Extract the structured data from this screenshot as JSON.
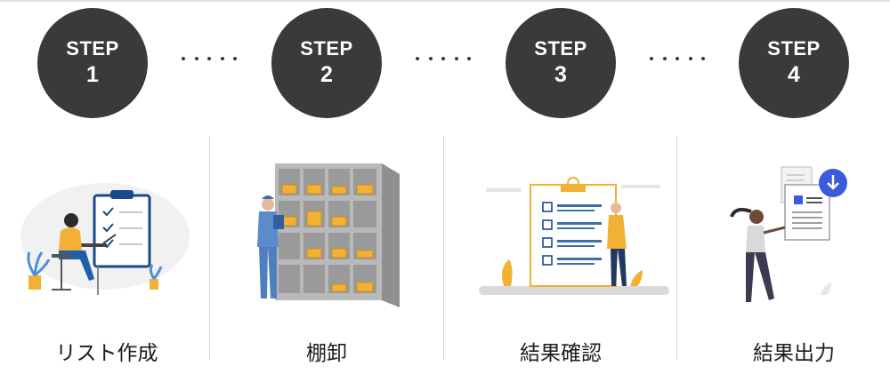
{
  "steps": [
    {
      "word": "STEP",
      "number": "1",
      "label": "リスト作成"
    },
    {
      "word": "STEP",
      "number": "2",
      "label": "棚卸"
    },
    {
      "word": "STEP",
      "number": "3",
      "label": "結果確認"
    },
    {
      "word": "STEP",
      "number": "4",
      "label": "結果出力"
    }
  ],
  "colors": {
    "circle": "#3a3a3a",
    "accent_blue": "#1a4a8a",
    "accent_yellow": "#f2b134",
    "shelf_gray": "#9e9e9e",
    "download_badge": "#4a6cf7"
  },
  "icons": [
    "clipboard-checklist-icon",
    "warehouse-shelf-icon",
    "checklist-board-icon",
    "document-download-icon"
  ]
}
